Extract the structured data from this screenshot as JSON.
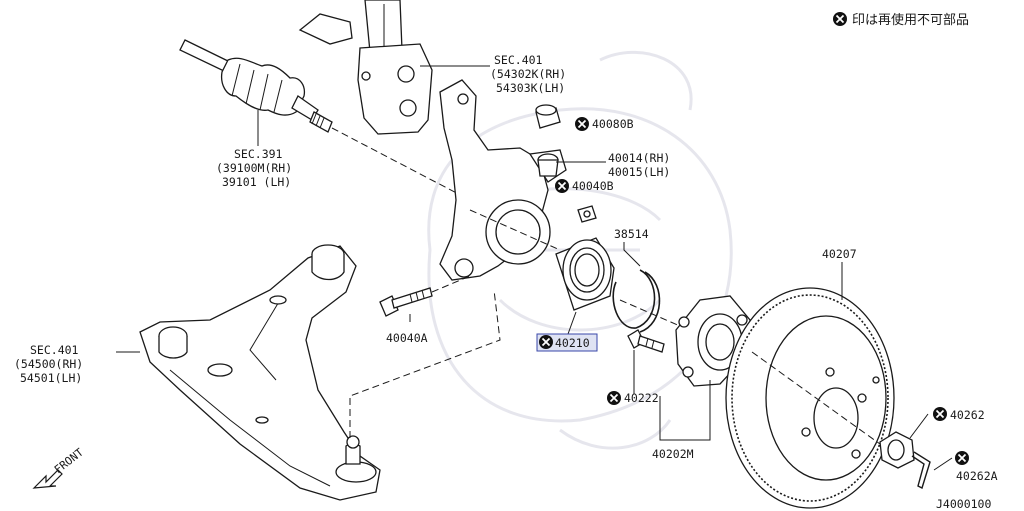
{
  "legend": {
    "icon": "x-circle-icon",
    "text": "印は再使用不可部品"
  },
  "diagram_id": "J4000100",
  "front_label": "FRONT",
  "labels": {
    "strut": {
      "line1": "SEC.401",
      "line2": "(54302K(RH)",
      "line3": "54303K(LH)"
    },
    "driveshaft": {
      "line1": "SEC.391",
      "line2": "(39100M(RH)",
      "line3": "39101  (LH)"
    },
    "lower_arm": {
      "line1": "SEC.401",
      "line2": "(54500(RH)",
      "line3": "54501(LH)"
    },
    "nut_40080B": "40080B",
    "knuckle": {
      "line1": "40014(RH)",
      "line2": "40015(LH)"
    },
    "nut_40040B": "40040B",
    "snap_ring": "38514",
    "rotor": "40207",
    "bolt_40040A": "40040A",
    "bearing": "40210",
    "hub_bolt": "40222",
    "hub": "40202M",
    "hub_nut": "40262",
    "cotter_pin": "40262A"
  },
  "colors": {
    "highlight_fill": "#dfe3f3",
    "highlight_border": "#3a47a8",
    "line": "#1a1a1a"
  }
}
